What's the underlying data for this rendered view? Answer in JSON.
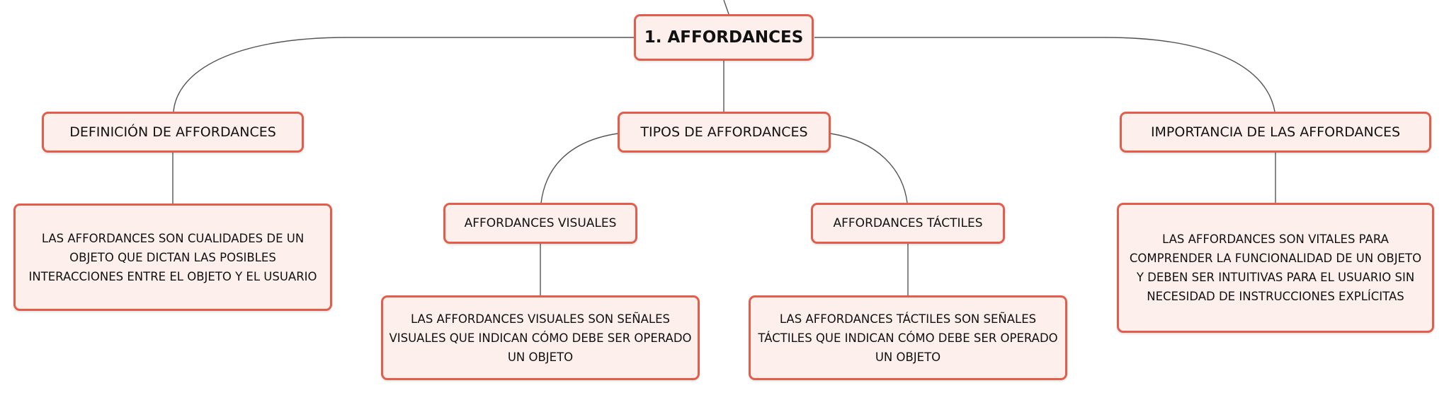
{
  "diagram": {
    "root": {
      "label": "1. AFFORDANCES"
    },
    "definicion": {
      "label": "DEFINICIÓN DE AFFORDANCES"
    },
    "tipos": {
      "label": "TIPOS DE AFFORDANCES"
    },
    "importancia": {
      "label": "IMPORTANCIA DE LAS AFFORDANCES"
    },
    "definicion_texto": {
      "label": "LAS AFFORDANCES SON CUALIDADES DE UN OBJETO QUE DICTAN LAS POSIBLES INTERACCIONES ENTRE EL OBJETO Y EL USUARIO"
    },
    "visuales": {
      "label": "AFFORDANCES VISUALES"
    },
    "tactiles": {
      "label": "AFFORDANCES TÁCTILES"
    },
    "visuales_texto": {
      "label": "LAS AFFORDANCES VISUALES SON SEÑALES VISUALES QUE INDICAN CÓMO DEBE SER OPERADO UN OBJETO"
    },
    "tactiles_texto": {
      "label": "LAS AFFORDANCES TÁCTILES SON SEÑALES TÁCTILES QUE INDICAN CÓMO DEBE SER OPERADO UN OBJETO"
    },
    "importancia_texto": {
      "label": "LAS AFFORDANCES SON VITALES PARA COMPRENDER LA FUNCIONALIDAD DE UN OBJETO Y DEBEN SER INTUITIVAS PARA EL USUARIO SIN NECESIDAD DE INSTRUCCIONES EXPLÍCITAS"
    }
  },
  "colors": {
    "node_border": "#e35d4a",
    "node_fill": "#fdf0ec",
    "connector": "#555555",
    "text": "#111111"
  }
}
